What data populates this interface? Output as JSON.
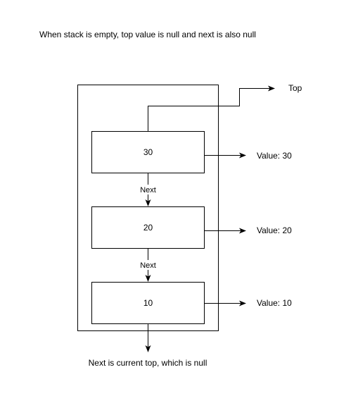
{
  "caption_top": "When stack is empty, top value is null and next is also null",
  "caption_bottom": "Next is current top, which is null",
  "top_label": "Top",
  "nodes": [
    {
      "label": "30",
      "value_label": "Value: 30"
    },
    {
      "label": "20",
      "value_label": "Value: 20"
    },
    {
      "label": "10",
      "value_label": "Value: 10"
    }
  ],
  "next_labels": [
    "Next",
    "Next"
  ],
  "colors": {
    "stroke": "#000000",
    "background": "#ffffff"
  }
}
